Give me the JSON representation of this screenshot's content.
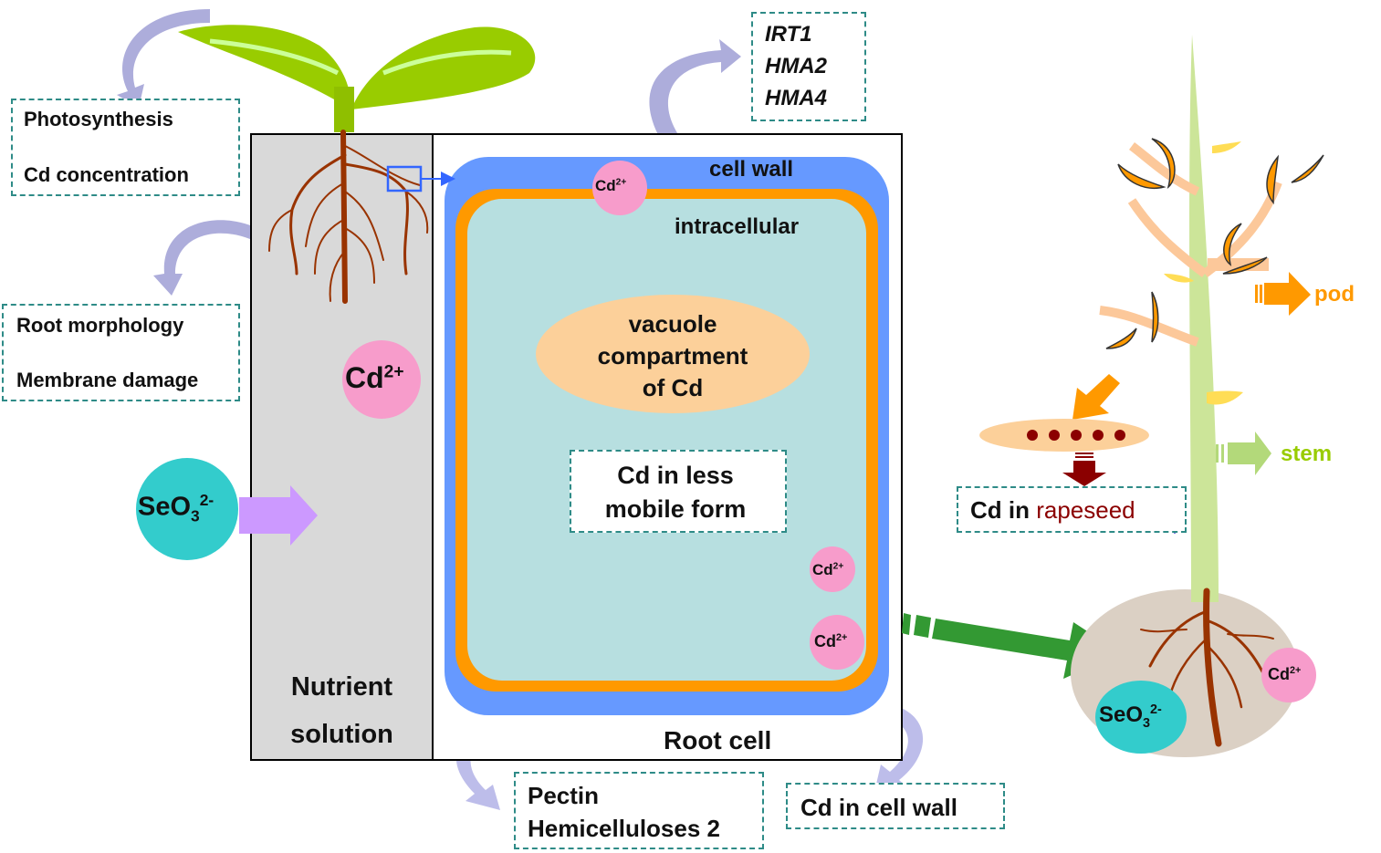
{
  "shoot_box": {
    "photosynthesis": "Photosynthesis",
    "cd_concentration": "Cd concentration"
  },
  "root_box": {
    "root_morphology": "Root morphology",
    "membrane_damage": "Membrane damage"
  },
  "genes": [
    "IRT1",
    "HMA2",
    "HMA4"
  ],
  "ions": {
    "cd": "Cd",
    "cd_charge": "2+",
    "se_base": "SeO",
    "se_sub": "3",
    "se_charge": "2-"
  },
  "nutrient": {
    "line1": "Nutrient",
    "line2": "solution"
  },
  "cell": {
    "cell_wall": "cell wall",
    "intracellular": "intracellular",
    "vacuole": [
      "vacuole",
      "compartment",
      "of Cd"
    ],
    "less_mobile": [
      "Cd in less",
      "mobile form"
    ],
    "root_cell": "Root cell"
  },
  "bottom": {
    "pectin": "Pectin",
    "hemicellulose": "Hemicelluloses 2",
    "cd_cell_wall": "Cd in cell wall"
  },
  "plant": {
    "pod": "pod",
    "stem": "stem",
    "cd_in": "Cd in ",
    "rapeseed": "rapeseed"
  },
  "colors": {
    "up_arrow": "#ff0000",
    "down_arrow": "#0000cc",
    "cd_ion": "#f79ccb",
    "se_ion": "#33cccc",
    "cell_wall": "#6699ff",
    "membrane": "#ff9900",
    "cytoplasm": "#b7dfe0",
    "vacuole": "#fcd09a",
    "nutrient": "#d9d9d9",
    "box_border": "#2e8b87",
    "rapeseed": "#8b0000",
    "pod": "#ff9900",
    "stem": "#99cc00"
  }
}
